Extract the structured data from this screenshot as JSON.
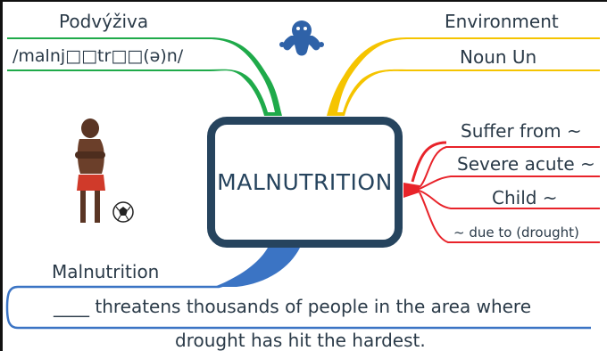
{
  "center": {
    "title": "MALNUTRITION"
  },
  "left_branch": {
    "translation": "Podvýživa",
    "pronunciation": "/malnj□□tr□□(ə)n/"
  },
  "right_top": {
    "topic": "Environment",
    "word_class": "Noun Un"
  },
  "collocations": [
    "Suffer from ~",
    "Severe acute ~",
    "Child ~",
    "~ due to (drought)"
  ],
  "example": {
    "answer": "Malnutrition",
    "line1": "____ threatens thousands of people in the area where",
    "line2": "drought has hit the hardest."
  },
  "colors": {
    "green": "#1faa4a",
    "yellow": "#f5c400",
    "red": "#e8232a",
    "blue": "#3b74c4",
    "navy": "#26445e"
  },
  "icons": [
    "octopus-logo-icon",
    "malnourished-child-illustration",
    "soccer-ball-icon"
  ]
}
